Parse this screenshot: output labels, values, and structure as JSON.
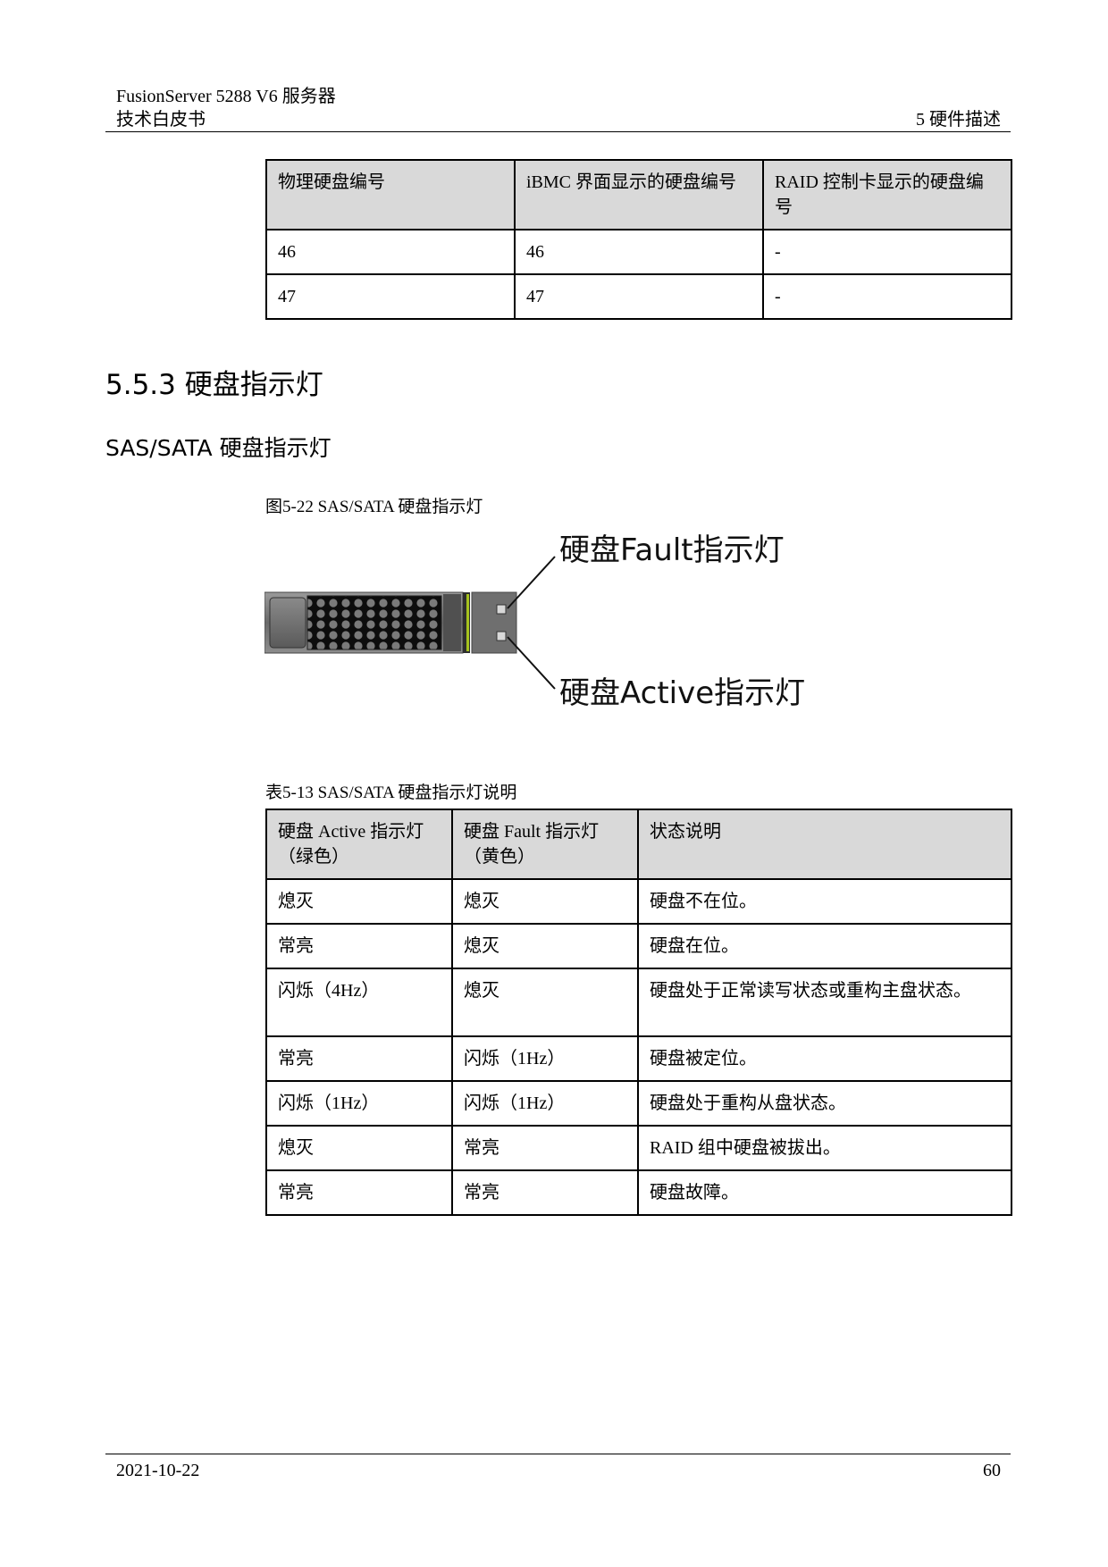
{
  "header": {
    "product": "FusionServer 5288 V6  服务器",
    "doc_type": "技术白皮书",
    "chapter": "5  硬件描述"
  },
  "table_top": {
    "headers": [
      "物理硬盘编号",
      "iBMC 界面显示的硬盘编号",
      "RAID 控制卡显示的硬盘编号"
    ],
    "rows": [
      [
        "46",
        "46",
        "-"
      ],
      [
        "47",
        "47",
        "-"
      ]
    ]
  },
  "section": {
    "title": "5.5.3 硬盘指示灯",
    "subtitle": "SAS/SATA 硬盘指示灯"
  },
  "figure": {
    "caption": "图5-22 SAS/SATA 硬盘指示灯",
    "label_fault": "硬盘Fault指示灯",
    "label_active": "硬盘Active指示灯"
  },
  "table_leds": {
    "caption": "表5-13 SAS/SATA 硬盘指示灯说明",
    "headers": [
      "硬盘 Active 指示灯（绿色）",
      "硬盘 Fault 指示灯（黄色）",
      "状态说明"
    ],
    "rows": [
      [
        "熄灭",
        "熄灭",
        "硬盘不在位。"
      ],
      [
        "常亮",
        "熄灭",
        "硬盘在位。"
      ],
      [
        "闪烁（4Hz）",
        "熄灭",
        "硬盘处于正常读写状态或重构主盘状态。"
      ],
      [
        "常亮",
        "闪烁（1Hz）",
        "硬盘被定位。"
      ],
      [
        "闪烁（1Hz）",
        "闪烁（1Hz）",
        "硬盘处于重构从盘状态。"
      ],
      [
        "熄灭",
        "常亮",
        "RAID 组中硬盘被拔出。"
      ],
      [
        "常亮",
        "常亮",
        "硬盘故障。"
      ]
    ]
  },
  "footer": {
    "date": "2021-10-22",
    "page": "60"
  }
}
